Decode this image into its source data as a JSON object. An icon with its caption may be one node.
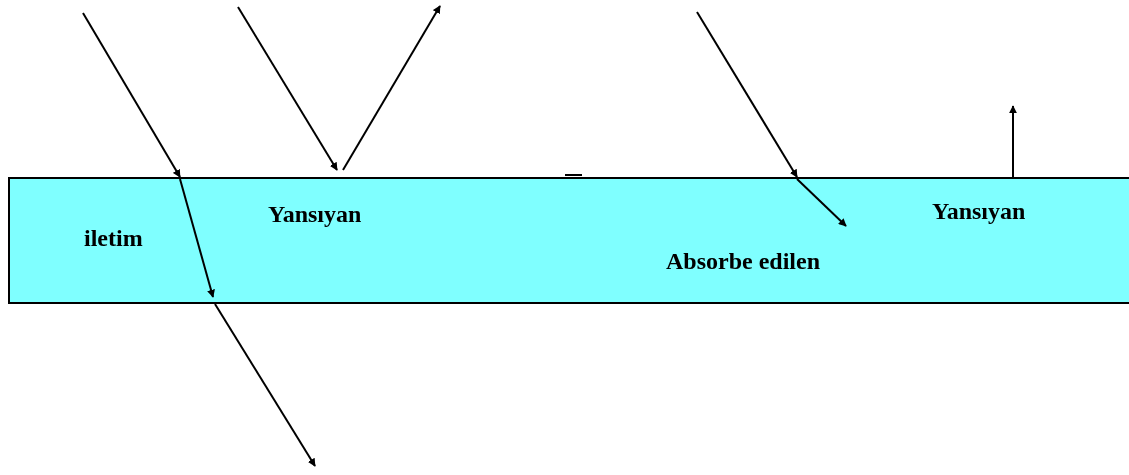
{
  "diagram": {
    "nodes": [
      {
        "text": [
          "iletim",
          "Yansıyan",
          "Absorbe edilen",
          "Yansıyan"
        ]
      }
    ]
  }
}
